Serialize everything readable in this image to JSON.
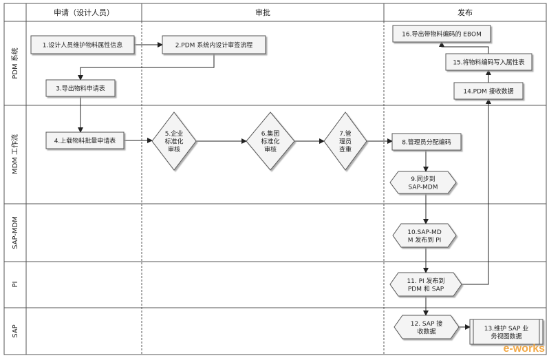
{
  "diagram": {
    "columns": [
      "申请（设计人员）",
      "审批",
      "发布"
    ],
    "lanes": [
      "PDM 系统",
      "MDM 工作流",
      "SAP-MDM",
      "PI",
      "SAP"
    ],
    "steps": [
      {
        "id": "s1",
        "shape": "rect",
        "lines": [
          "1.设计人员维护物料属性信息"
        ]
      },
      {
        "id": "s2",
        "shape": "rect",
        "lines": [
          "2.PDM 系统内设计审签流程"
        ]
      },
      {
        "id": "s3",
        "shape": "rect",
        "lines": [
          "3.导出物料申请表"
        ]
      },
      {
        "id": "s4",
        "shape": "rect",
        "lines": [
          "4.上载物料批量申请表"
        ]
      },
      {
        "id": "s5",
        "shape": "diamond",
        "lines": [
          "5.企业",
          "标准化",
          "审核"
        ]
      },
      {
        "id": "s6",
        "shape": "diamond",
        "lines": [
          "6.集团",
          "标准化",
          "审核"
        ]
      },
      {
        "id": "s7",
        "shape": "diamond",
        "lines": [
          "7.管",
          "理员",
          "查重"
        ]
      },
      {
        "id": "s8",
        "shape": "rect",
        "lines": [
          "8.管理员分配编码"
        ]
      },
      {
        "id": "s9",
        "shape": "hex",
        "lines": [
          "9.同步到",
          "SAP-MDM"
        ]
      },
      {
        "id": "s10",
        "shape": "hex",
        "lines": [
          "10.SAP-MD",
          "M 发布到 PI"
        ]
      },
      {
        "id": "s11",
        "shape": "hex",
        "lines": [
          "11. PI 发布到",
          "PDM 和 SAP"
        ]
      },
      {
        "id": "s12",
        "shape": "hex",
        "lines": [
          "12. SAP 接",
          "收数据"
        ]
      },
      {
        "id": "s13",
        "shape": "rect2",
        "lines": [
          "13.维护 SAP 业",
          "务视图数据"
        ]
      },
      {
        "id": "s14",
        "shape": "rect",
        "lines": [
          "14.PDM 接收数据"
        ]
      },
      {
        "id": "s15",
        "shape": "rect",
        "lines": [
          "15.将物料编码写入属性表"
        ]
      },
      {
        "id": "s16",
        "shape": "rect",
        "lines": [
          "16.导出带物料编码的 EBOM"
        ]
      }
    ]
  },
  "watermark": "e-works"
}
